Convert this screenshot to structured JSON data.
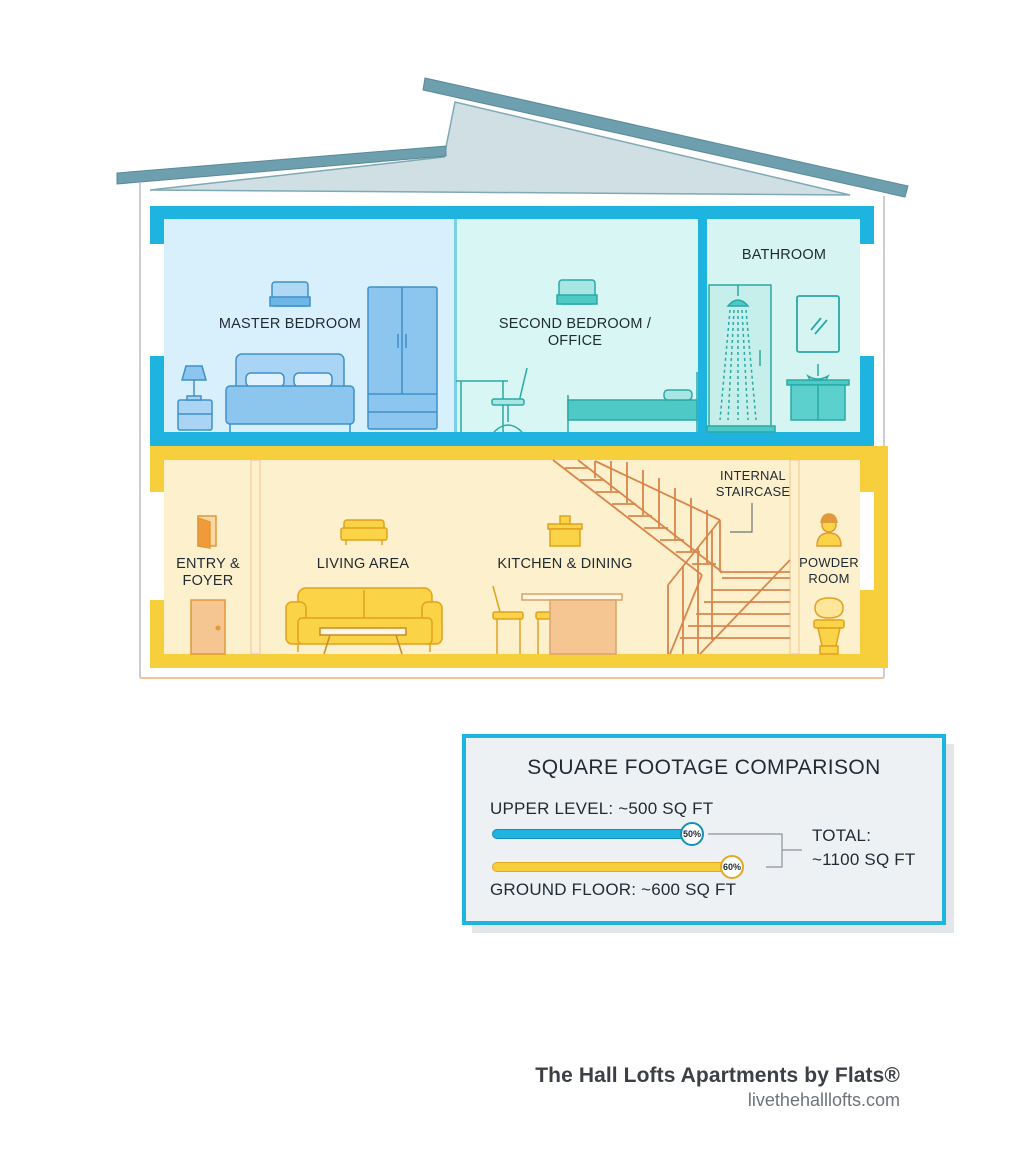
{
  "rooms": {
    "master_bedroom": "MASTER BEDROOM",
    "second_bedroom": "SECOND BEDROOM / OFFICE",
    "second_bedroom_line1": "SECOND BEDROOM /",
    "second_bedroom_line2": "OFFICE",
    "bathroom": "BATHROOM",
    "entry_line1": "ENTRY &",
    "entry_line2": "FOYER",
    "living_area": "LIVING AREA",
    "kitchen_dining": "KITCHEN & DINING",
    "staircase_line1": "INTERNAL",
    "staircase_line2": "STAIRCASE",
    "powder_line1": "POWDER",
    "powder_line2": "ROOM"
  },
  "comparison": {
    "title": "SQUARE FOOTAGE COMPARISON",
    "upper_label": "UPPER LEVEL: ~500 SQ FT",
    "upper_percent": "50%",
    "upper_fill": 0.5,
    "ground_label": "GROUND FLOOR: ~600 SQ FT",
    "ground_percent": "60%",
    "ground_fill": 0.6,
    "total_line1": "TOTAL:",
    "total_line2": "~1100 SQ FT"
  },
  "brand": {
    "name": "The Hall Lofts Apartments by Flats®",
    "url": "livethehalllofts.com"
  },
  "colors": {
    "upper_accent": "#1fb3e0",
    "upper_fill": "#d8f0fb",
    "ground_accent": "#f7cf3c",
    "ground_fill": "#fdf0cc",
    "roof": "#5f95a6",
    "furniture_blue": "#6fb6e8",
    "furniture_teal": "#4fc9c6",
    "furniture_yellow": "#fbd347",
    "wood": "#f0c495"
  }
}
